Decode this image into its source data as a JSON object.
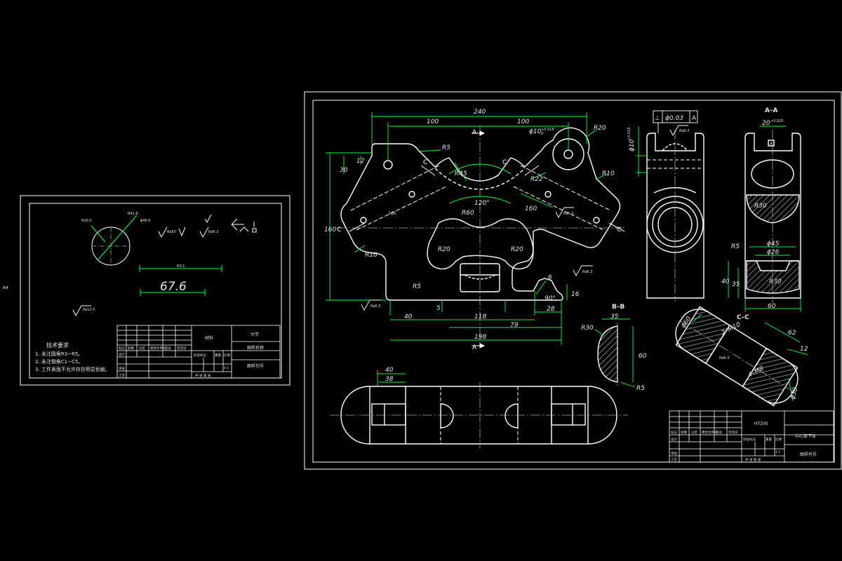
{
  "colors": {
    "background": "#000000",
    "outline": "#ffffff",
    "dimension": "#00ff44",
    "hatch": "#c8c8c8",
    "text": "#e6e6e6"
  },
  "side_label": "A4",
  "sheet_small": {
    "labels": {
      "r_small": "R20.0",
      "r_small2": "R41.8",
      "dia": "ϕ48.0",
      "rough1": "Ra50",
      "rough2": "Ra6.3",
      "dim_r": "R3.1",
      "dim_big": "67.6",
      "rough3": "Ra12.5"
    },
    "tech_title": "技术要求",
    "notes": [
      "1. 未注圆角R3~R5。",
      "2. 未注倒角C1~C5。",
      "3. 工件表面不允许存在明显划痕。"
    ],
    "title_block": {
      "material": "材料",
      "school": "大学",
      "drawing_name": "图样名称",
      "drawing_code": "图样代号",
      "row_labels": [
        "设计",
        "审核",
        "工艺"
      ],
      "col_labels": [
        "标记",
        "处数",
        "分区",
        "更改文件号",
        "签名",
        "年月日"
      ],
      "stage_label": "阶段标记",
      "weight": "重量",
      "scale": "比例",
      "scale_value": "1:1",
      "sheets": "共  张  第  张"
    }
  },
  "sheet_main": {
    "sections": [
      "A–A",
      "B–B",
      "C–C"
    ],
    "cut_labels": [
      "A",
      "A",
      "C",
      "C",
      "C",
      "C"
    ],
    "front_dims": {
      "top_total": "240",
      "top_left": "100",
      "top_right": "100",
      "bore": "ϕ10",
      "bore_tol": "+0.018",
      "bore_tol2": "0",
      "r20_top": "R20",
      "r10_right": "R10",
      "r5_top": "R5",
      "r45": "R45",
      "r22": "R22",
      "angle": "120°",
      "r60": "R60",
      "len_160a": "160",
      "len_160b": "160",
      "h30": "30",
      "h12": "12",
      "h160": "160",
      "r10_left": "R10",
      "r20_l": "R20",
      "r20_r": "R20",
      "r5_bottom": "R5",
      "d5": "5",
      "d40": "40",
      "d118": "118",
      "d79": "79",
      "d28": "28",
      "d198": "198",
      "d6": "6",
      "d16": "16",
      "angle90": "90°",
      "rough_a": "Ra6.3",
      "rough_b": "Ra6.3",
      "rough_c": "Ra6.3"
    },
    "side_dims": {
      "geo_tol": "⊥",
      "geo_val": "ϕ0.03",
      "geo_datum": "A",
      "bore": "ϕ10",
      "bore_tol": "+0.018",
      "rough": "Ra6.3"
    },
    "section_aa": {
      "top": "20",
      "top_tol": "+0.025",
      "datum": "A",
      "r30a": "R30",
      "r5": "R5",
      "d45": "ϕ45",
      "d26": "ϕ26",
      "h40": "40",
      "h35": "35",
      "r30b": "R30",
      "w60": "60"
    },
    "section_bb": {
      "w35": "35",
      "r30": "R30",
      "h60": "60",
      "r5": "R5"
    },
    "section_cc": {
      "d60": "ϕ60",
      "h1": "2–M10",
      "h2": "4–M8",
      "d62": "62",
      "d12": "12",
      "d30": "ϕ30",
      "rough": "Ra6.3"
    },
    "plan_dims": {
      "d40": "40",
      "d38": "38"
    },
    "title_block": {
      "material": "HT200",
      "part_name": "中心架下体",
      "drawing_code": "图样代号",
      "row_labels": [
        "设计",
        "审核",
        "工艺"
      ],
      "col_labels": [
        "标记",
        "处数",
        "分区",
        "更改文件号",
        "签名",
        "年月日"
      ],
      "stage_label": "阶段标记",
      "weight": "重量",
      "scale": "比例",
      "scale_value": "1:1",
      "sheets": "共  张  第  张"
    }
  }
}
